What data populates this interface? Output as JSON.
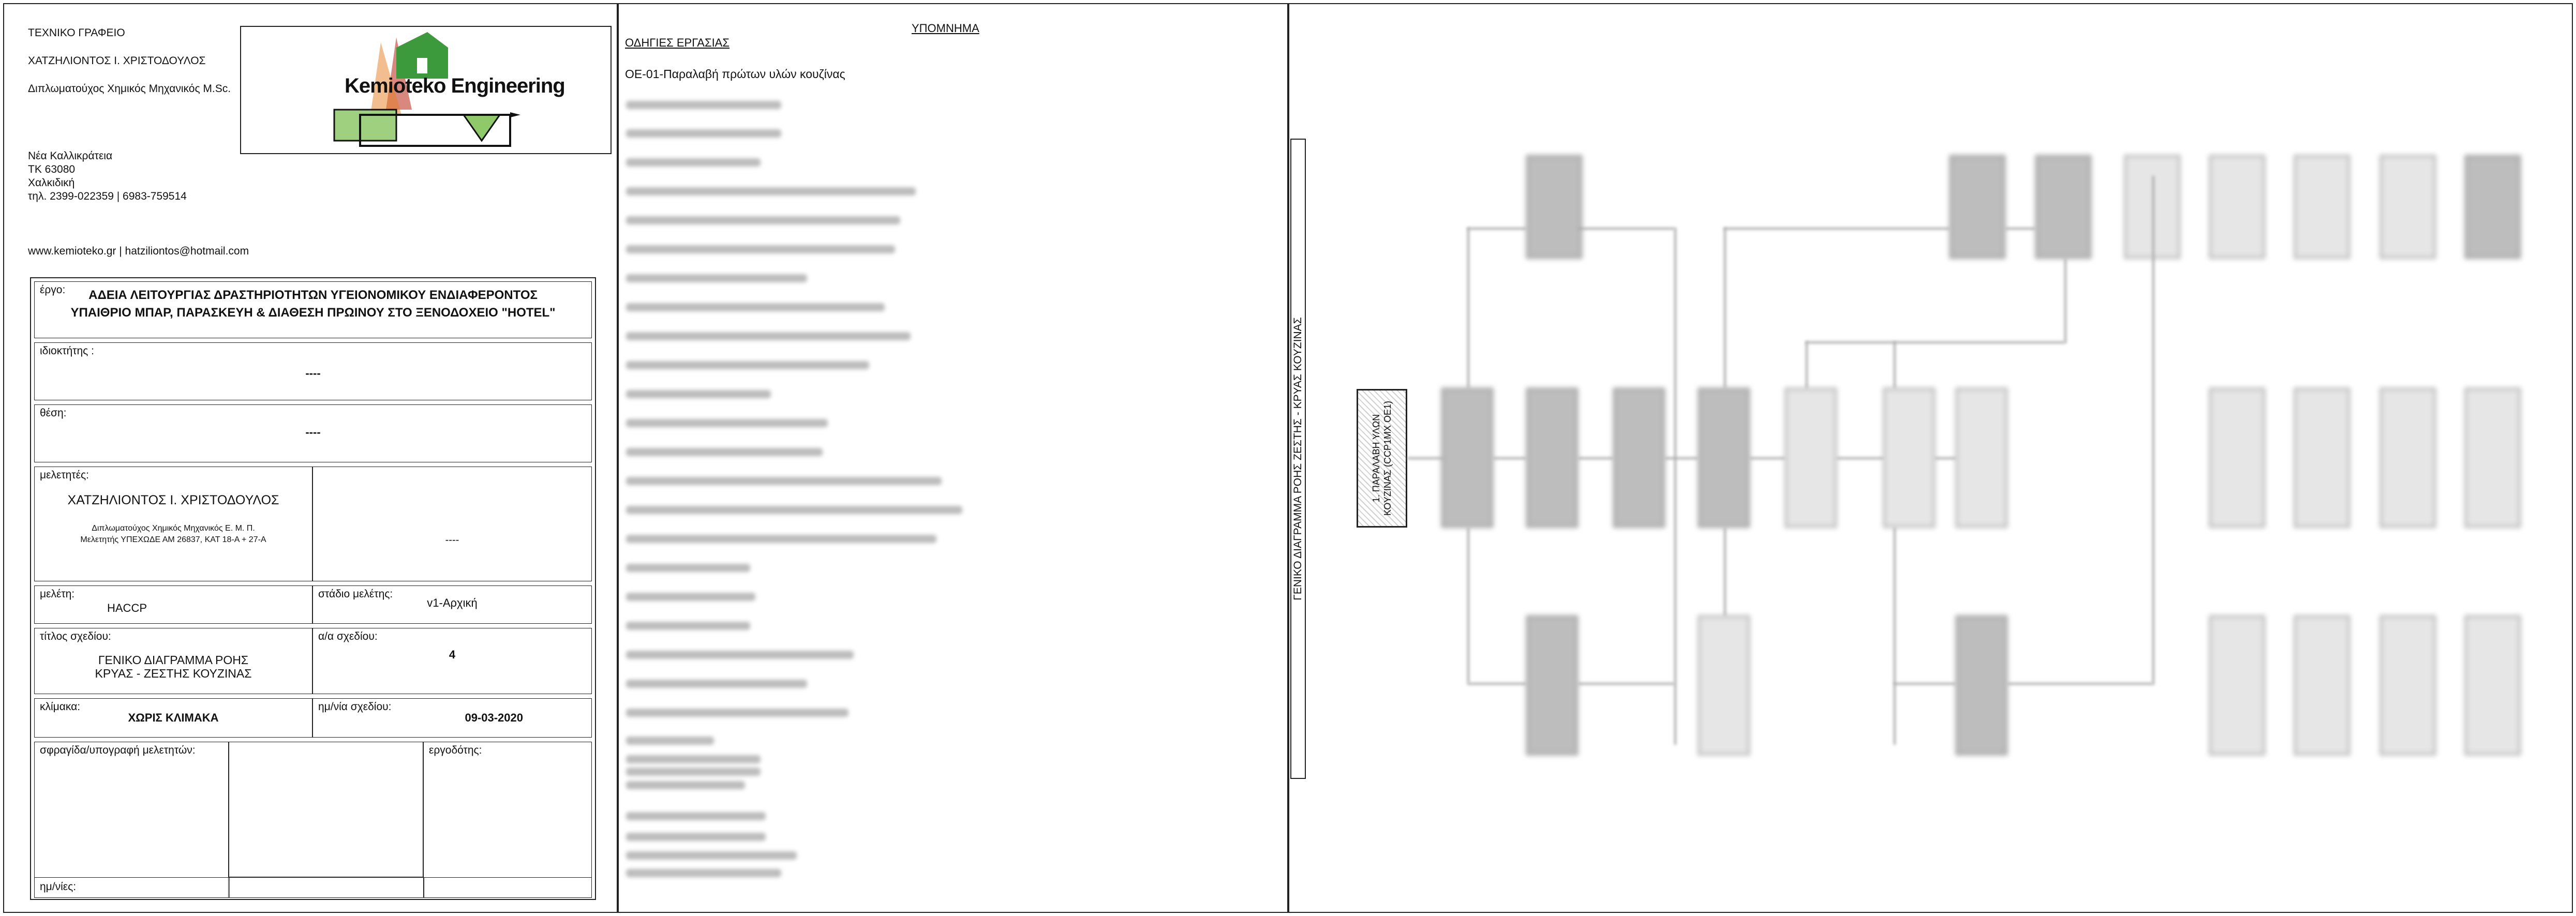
{
  "office": {
    "line1": "ΤΕΧΝΙΚΟ  ΓΡΑΦΕΙΟ",
    "line2": "ΧΑΤΖΗΛΙΟΝΤΟΣ Ι. ΧΡΙΣΤΟΔΟΥΛΟΣ",
    "line3": "Διπλωματούχος Χημικός Μηχανικός M.Sc.",
    "addr1": "Νέα Καλλικράτεια",
    "addr2": "ΤΚ 63080",
    "addr3": "Χαλκιδική",
    "phone": "τηλ. 2399-022359  |  6983-759514",
    "web": "www.kemioteko.gr   |   hatziliontos@hotmail.com"
  },
  "logo": {
    "title": "Kemioteko Engineering"
  },
  "titleblock": {
    "project_label": "έργο:",
    "project_line1": "ΑΔΕΙΑ ΛΕΙΤΟΥΡΓΙΑΣ ΔΡΑΣΤΗΡΙΟΤΗΤΩΝ ΥΓΕΙΟΝΟΜΙΚΟΥ ΕΝΔΙΑΦΕΡΟΝΤΟΣ",
    "project_line2": "ΥΠΑΙΘΡΙΟ ΜΠΑΡ, ΠΑΡΑΣΚΕΥΗ & ΔΙΑΘΕΣΗ ΠΡΩΙΝΟΥ ΣΤΟ ΞΕΝΟΔΟΧΕΙΟ \"HOTEL\"",
    "owner_label": "ιδιοκτήτης :",
    "owner_value": "----",
    "location_label": "θέση:",
    "location_value": "----",
    "designers_label": "μελετητές:",
    "designer_name": "ΧΑΤΖΗΛΙΟΝΤΟΣ Ι. ΧΡΙΣΤΟΔΟΥΛΟΣ",
    "designer_sub1": "Διπλωματούχος Χημικός Μηχανικός Ε. Μ. Π.",
    "designer_sub2": "Μελετητής ΥΠΕΧΩΔΕ ΑΜ 26837, ΚΑΤ 18-Α + 27-Α",
    "designer_right": "----",
    "study_label": "μελέτη:",
    "study_value": "HACCP",
    "stage_label": "στάδιο μελέτης:",
    "stage_value": "v1-Αρχική",
    "drawing_title_label": "τίτλος σχεδίου:",
    "drawing_title_line1": "ΓΕΝΙΚΟ ΔΙΑΓΡΑΜΜΑ ΡΟΗΣ",
    "drawing_title_line2": "ΚΡΥΑΣ - ΖΕΣΤΗΣ ΚΟΥΖΙΝΑΣ",
    "drawing_no_label": "α/α σχεδίου:",
    "drawing_no_value": "4",
    "scale_label": "κλίμακα:",
    "scale_value": "ΧΩΡΙΣ ΚΛΙΜΑΚΑ",
    "date_label": "ημ/νία σχεδίου:",
    "date_value": "09-03-2020",
    "stamp_label": "σφραγίδα/υπογραφή μελετητών:",
    "client_label": "εργοδότης:",
    "dates_label": "ημ/νίες:"
  },
  "legend": {
    "title": "ΥΠΟΜΝΗΜΑ",
    "instructions": "ΟΔΗΓΙΕΣ ΕΡΓΑΣΙΑΣ",
    "item1": "ΟΕ-01-Παραλαβή πρώτων υλών κουζίνας"
  },
  "diagram": {
    "vertical_title": "ΓΕΝΙΚΟ ΔΙΑΓΡΑΜΜΑ ΡΟΗΣ ΖΕΣΤΗΣ - ΚΡΥΑΣ ΚΟΥΖΙΝΑΣ",
    "first_node": "1. ΠΑΡΑΛΑΒΗ ΥΛΩΝ ΚΟΥΖΙΝΑΣ (CCP1MX OE1)"
  },
  "colors": {
    "border": "#222222",
    "blur_gray": "#bdbdbd"
  }
}
